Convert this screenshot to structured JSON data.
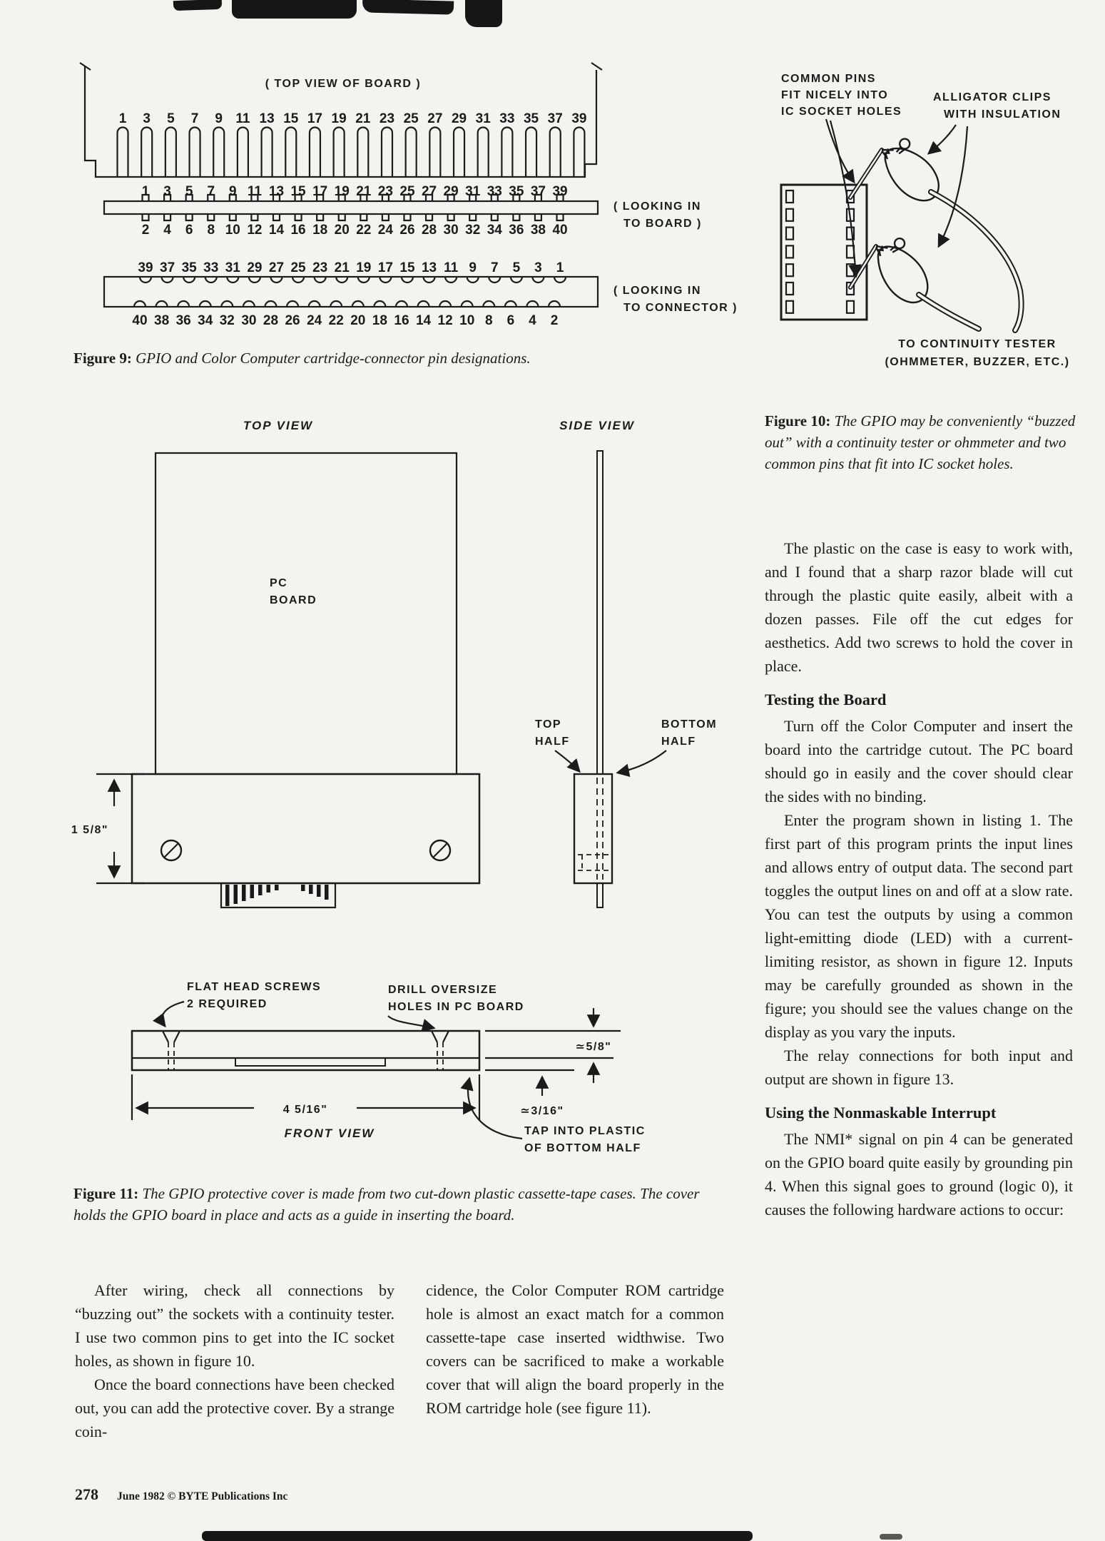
{
  "figure9": {
    "top_view_label": "( TOP VIEW OF BOARD )",
    "odd_pins": [
      "1",
      "3",
      "5",
      "7",
      "9",
      "11",
      "13",
      "15",
      "17",
      "19",
      "21",
      "23",
      "25",
      "27",
      "29",
      "31",
      "33",
      "35",
      "37",
      "39"
    ],
    "even_pins": [
      "2",
      "4",
      "6",
      "8",
      "10",
      "12",
      "14",
      "16",
      "18",
      "20",
      "22",
      "24",
      "26",
      "28",
      "30",
      "32",
      "34",
      "36",
      "38",
      "40"
    ],
    "looking_board": [
      "( LOOKING IN",
      "TO BOARD )"
    ],
    "looking_connector": [
      "( LOOKING IN",
      "TO CONNECTOR )"
    ],
    "caption_label": "Figure 9:",
    "caption": "GPIO and Color Computer cartridge-connector pin designations."
  },
  "figure10": {
    "label_common_pins": [
      "COMMON PINS",
      "FIT NICELY INTO",
      "IC SOCKET HOLES"
    ],
    "label_alligator": [
      "ALLIGATOR  CLIPS",
      "WITH INSULATION"
    ],
    "label_tester": [
      "TO CONTINUITY TESTER",
      "(OHMMETER, BUZZER, ETC.)"
    ],
    "caption_label": "Figure 10:",
    "caption": "The GPIO may be conveniently “buzzed out” with a continuity tester or ohmmeter and two common pins that fit into IC socket holes."
  },
  "figure11": {
    "top_view": "TOP VIEW",
    "side_view": "SIDE VIEW",
    "front_view": "FRONT VIEW",
    "pc_board": [
      "PC",
      "BOARD"
    ],
    "top_half": [
      "TOP",
      "HALF"
    ],
    "bottom_half": [
      "BOTTOM",
      "HALF"
    ],
    "dim_height": "1 5/8\"",
    "dim_width": "4 5/16\"",
    "dim_top": "≃5/8\"",
    "dim_bottom": "≃3/16\"",
    "label_screws": [
      "FLAT HEAD SCREWS",
      "2 REQUIRED"
    ],
    "label_drill": [
      "DRILL OVERSIZE",
      "HOLES IN PC BOARD"
    ],
    "label_tap": [
      "TAP INTO PLASTIC",
      "OF BOTTOM HALF"
    ],
    "caption_label": "Figure 11:",
    "caption": "The GPIO protective cover is made from two cut-down plastic cassette-tape cases. The cover holds the GPIO board in place and acts as a guide in inserting the board."
  },
  "right_column": {
    "para1": "The plastic on the case is easy to work with, and I found that a sharp razor blade will cut through the plastic quite easily, albeit with a dozen passes. File off the cut edges for aesthetics. Add two screws to hold the cover in place.",
    "heading1": "Testing the Board",
    "para2": "Turn off the Color Computer and insert the board into the cartridge cutout. The PC board should go in easily and the cover should clear the sides with no binding.",
    "para3": "Enter the program shown in listing 1. The first part of this program prints the input lines and allows entry of output data. The second part toggles the output lines on and off at a slow rate. You can test the outputs by using a common light-emitting diode (LED) with a current-limiting resistor, as shown in figure 12. Inputs may be carefully grounded as shown in the figure; you should see the values change on the display as you vary the inputs.",
    "para4": "The relay connections for both input and output are shown in figure 13.",
    "heading2": "Using the Nonmaskable Interrupt",
    "para5": "The NMI* signal on pin 4 can be generated on the GPIO board quite easily by grounding pin 4. When this signal goes to ground (logic 0), it causes the following hardware actions to occur:"
  },
  "bottom_columns": {
    "col1_para1": "After wiring, check all connections by “buzzing out” the sockets with a continuity tester. I use two common pins to get into the IC socket holes, as shown in figure 10.",
    "col1_para2": "Once the board connections have been checked out, you can add the protective cover. By a strange coin-",
    "col2_para1": "cidence, the Color Computer ROM cartridge hole is almost an exact match for a common cassette-tape case inserted widthwise. Two covers can be sacrificed to make a workable cover that will align the board properly in the ROM cartridge hole (see figure 11)."
  },
  "footer": {
    "page_number": "278",
    "credit": "June 1982 © BYTE Publications Inc"
  }
}
